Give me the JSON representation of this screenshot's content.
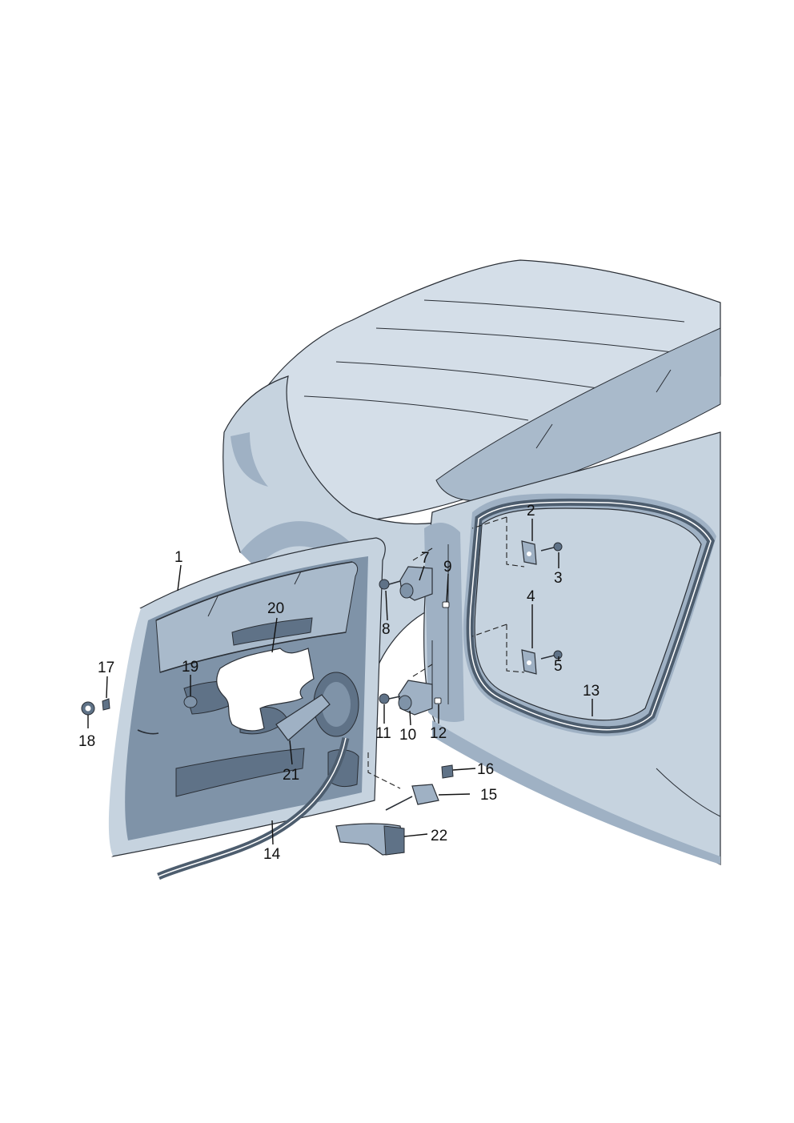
{
  "colors": {
    "body_fill": "#c6d3df",
    "body_shadow": "#9fb1c4",
    "roof_fill": "#d4dee8",
    "glass_fill": "#a9bacb",
    "door_inner": "#7f93a8",
    "door_dark": "#5f7287",
    "seal_dark": "#4d5d6e",
    "outline": "#2a2f36"
  },
  "callouts": [
    {
      "id": "1",
      "label": "1"
    },
    {
      "id": "2",
      "label": "2"
    },
    {
      "id": "3",
      "label": "3"
    },
    {
      "id": "4",
      "label": "4"
    },
    {
      "id": "5",
      "label": "5"
    },
    {
      "id": "7",
      "label": "7"
    },
    {
      "id": "8",
      "label": "8"
    },
    {
      "id": "9",
      "label": "9"
    },
    {
      "id": "10",
      "label": "10"
    },
    {
      "id": "11",
      "label": "11"
    },
    {
      "id": "12",
      "label": "12"
    },
    {
      "id": "13",
      "label": "13"
    },
    {
      "id": "14",
      "label": "14"
    },
    {
      "id": "15",
      "label": "15"
    },
    {
      "id": "16",
      "label": "16"
    },
    {
      "id": "17",
      "label": "17"
    },
    {
      "id": "18",
      "label": "18"
    },
    {
      "id": "19",
      "label": "19"
    },
    {
      "id": "20",
      "label": "20"
    },
    {
      "id": "21",
      "label": "21"
    },
    {
      "id": "22",
      "label": "22"
    }
  ]
}
